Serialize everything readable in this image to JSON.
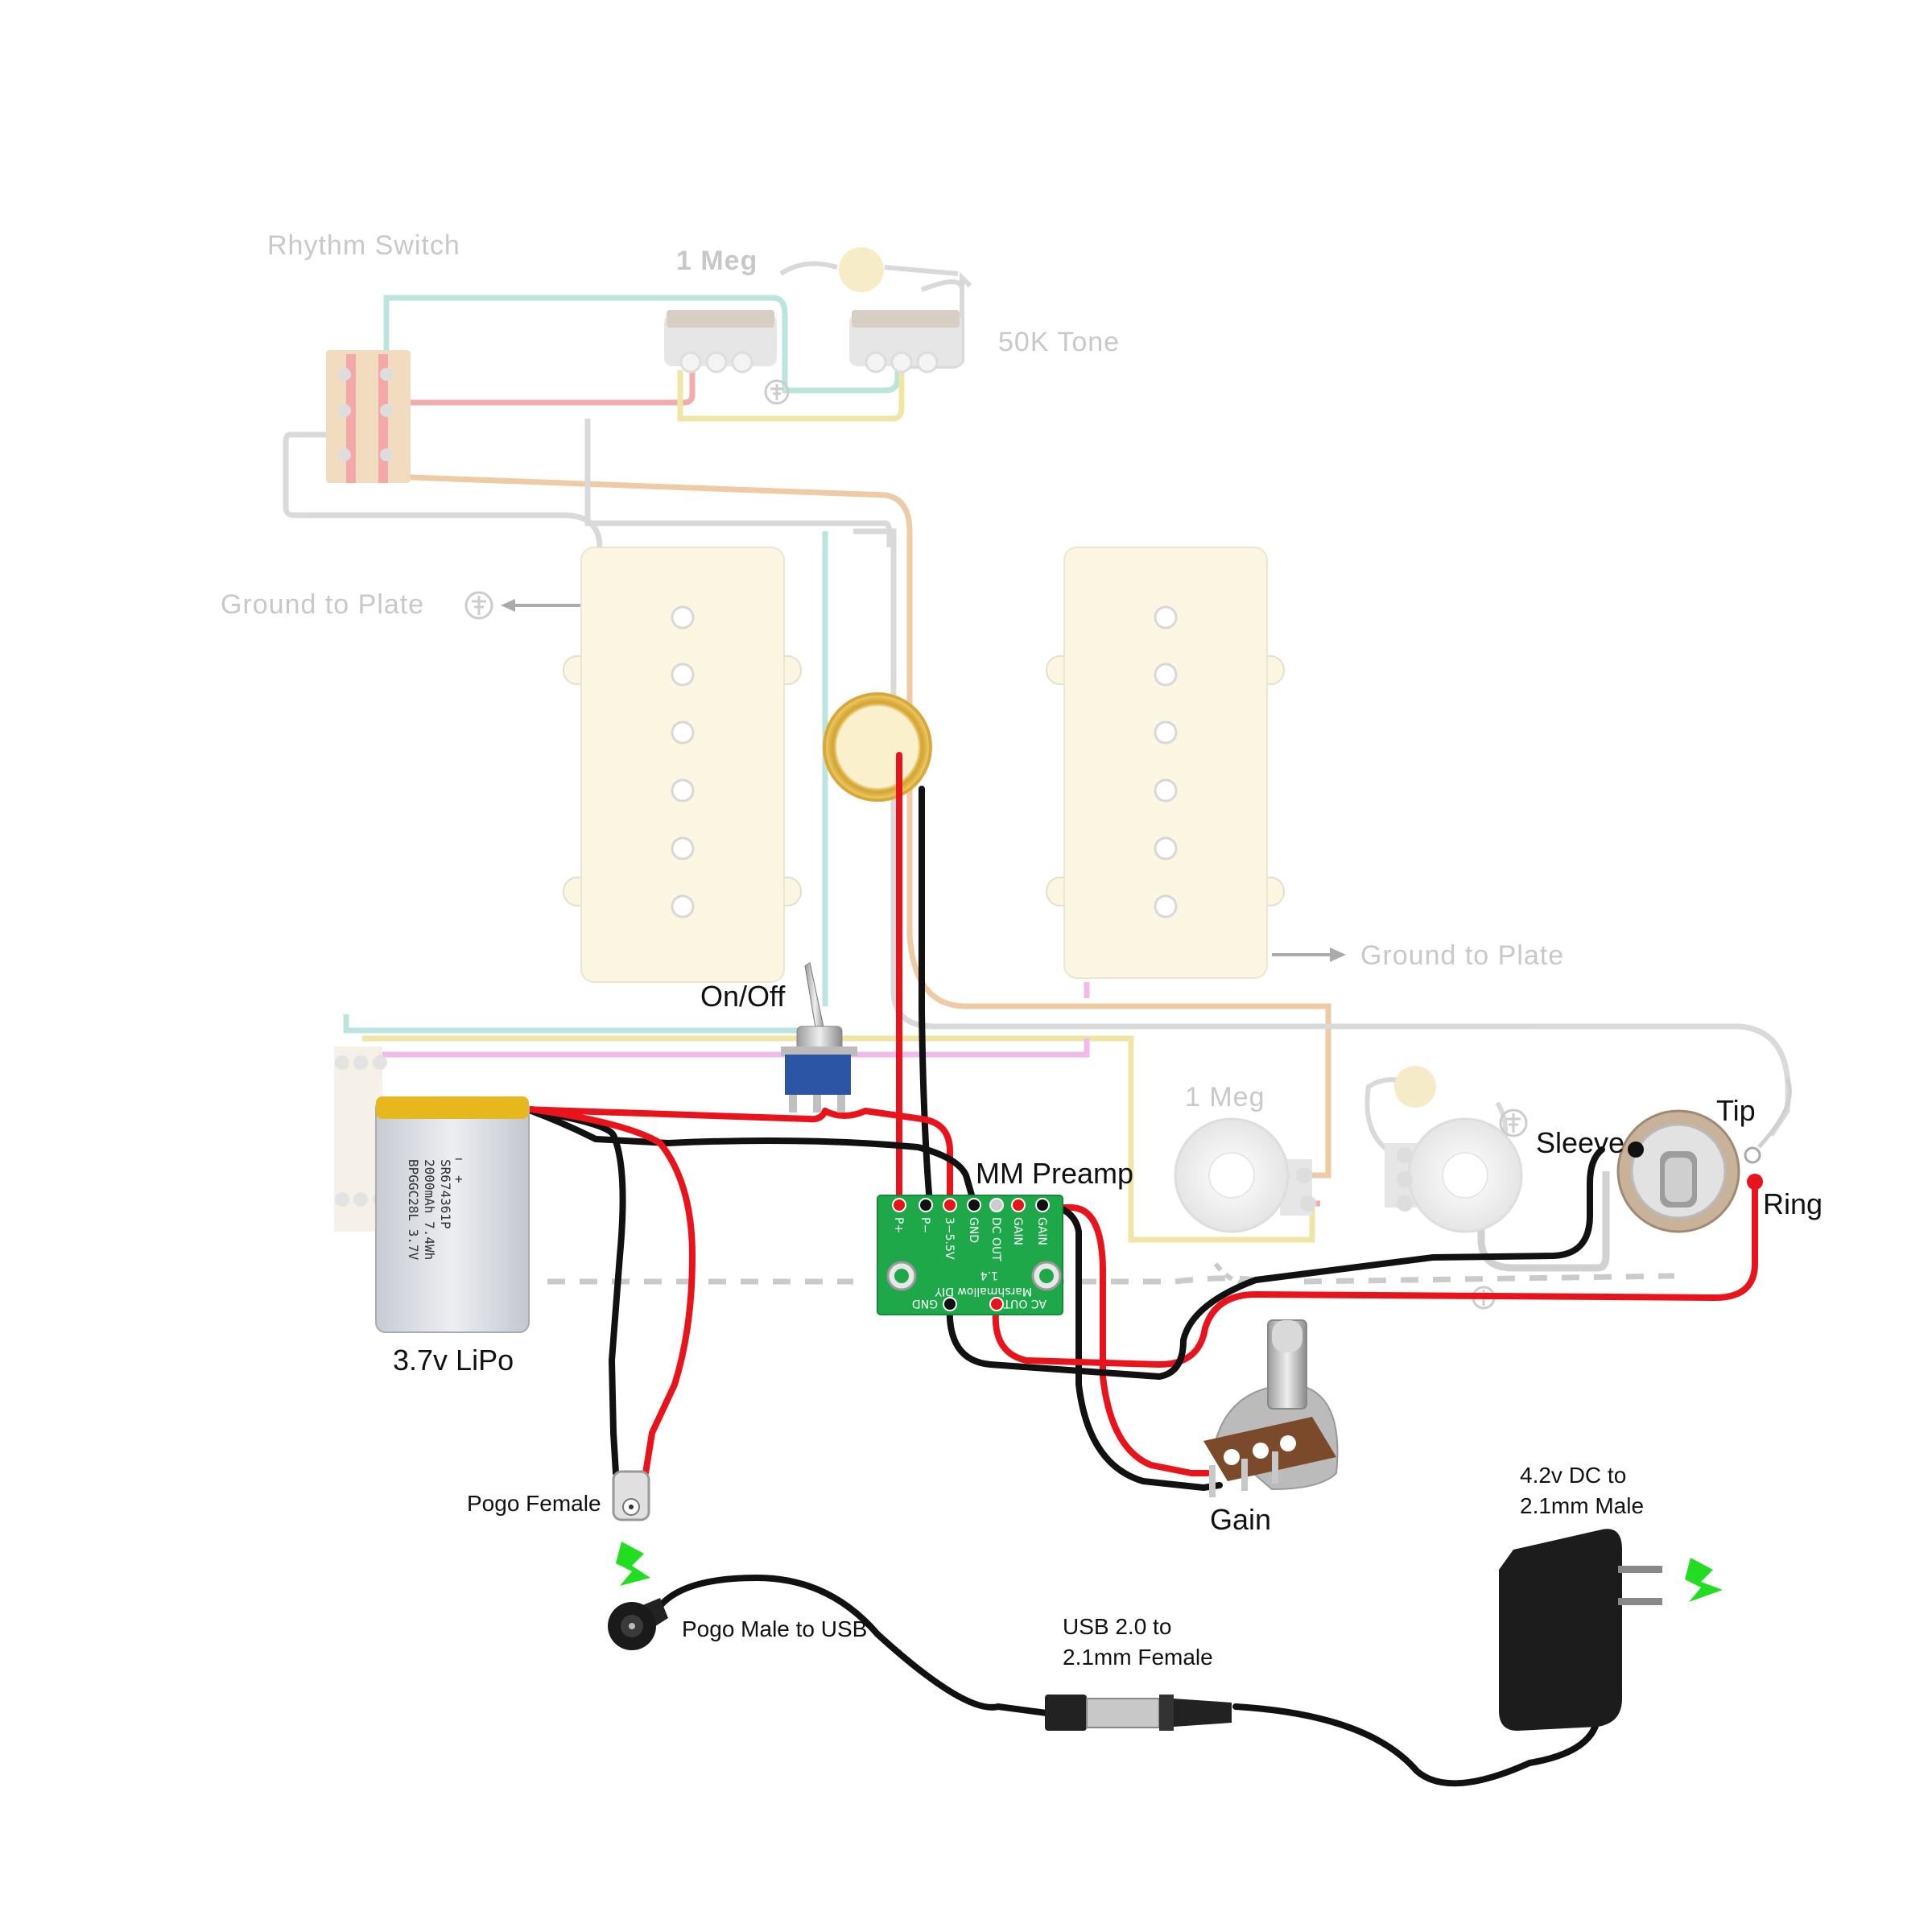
{
  "labels": {
    "rhythm_switch": "Rhythm Switch",
    "one_meg_top": "1 Meg",
    "tone_50k": "50K Tone",
    "ground_plate_left": "Ground to Plate",
    "ground_plate_right": "Ground to Plate",
    "on_off": "On/Off",
    "mm_preamp": "MM Preamp",
    "one_meg_bottom": "1 Meg",
    "sleeve": "Sleeve",
    "tip": "Tip",
    "ring": "Ring",
    "lipo": "3.7v LiPo",
    "pogo_female": "Pogo Female",
    "gain": "Gain",
    "charger_line1": "4.2v DC to",
    "charger_line2": "2.1mm Male",
    "pogo_male": "Pogo Male to USB",
    "usb_line1": "USB 2.0 to",
    "usb_line2": "2.1mm Female"
  },
  "preamp_board": {
    "top_pins": [
      "P+",
      "P−",
      "3−5.5V",
      "GND",
      "DC OUT",
      "GAIN",
      "GAIN"
    ],
    "bottom_pins": [
      "GND",
      "AC OUT"
    ],
    "brand": "Marshmallow DIY",
    "version": "1.4"
  },
  "battery_text": [
    "SR674361P",
    "2000mAh 7.4Wh",
    "BPGGC28L 3.7V"
  ],
  "battery_signs": [
    "−",
    "+"
  ],
  "colors": {
    "wire_red": "#e8131b",
    "wire_black": "#111111",
    "pcb_green": "#1ea84a",
    "faded_wire": "#cfcfcf",
    "charge_bolt": "#22dd22",
    "pickup_cream": "#fbf6e2"
  },
  "icons": [
    "ground-icon",
    "lightning-bolt-icon",
    "arrow-icon"
  ]
}
